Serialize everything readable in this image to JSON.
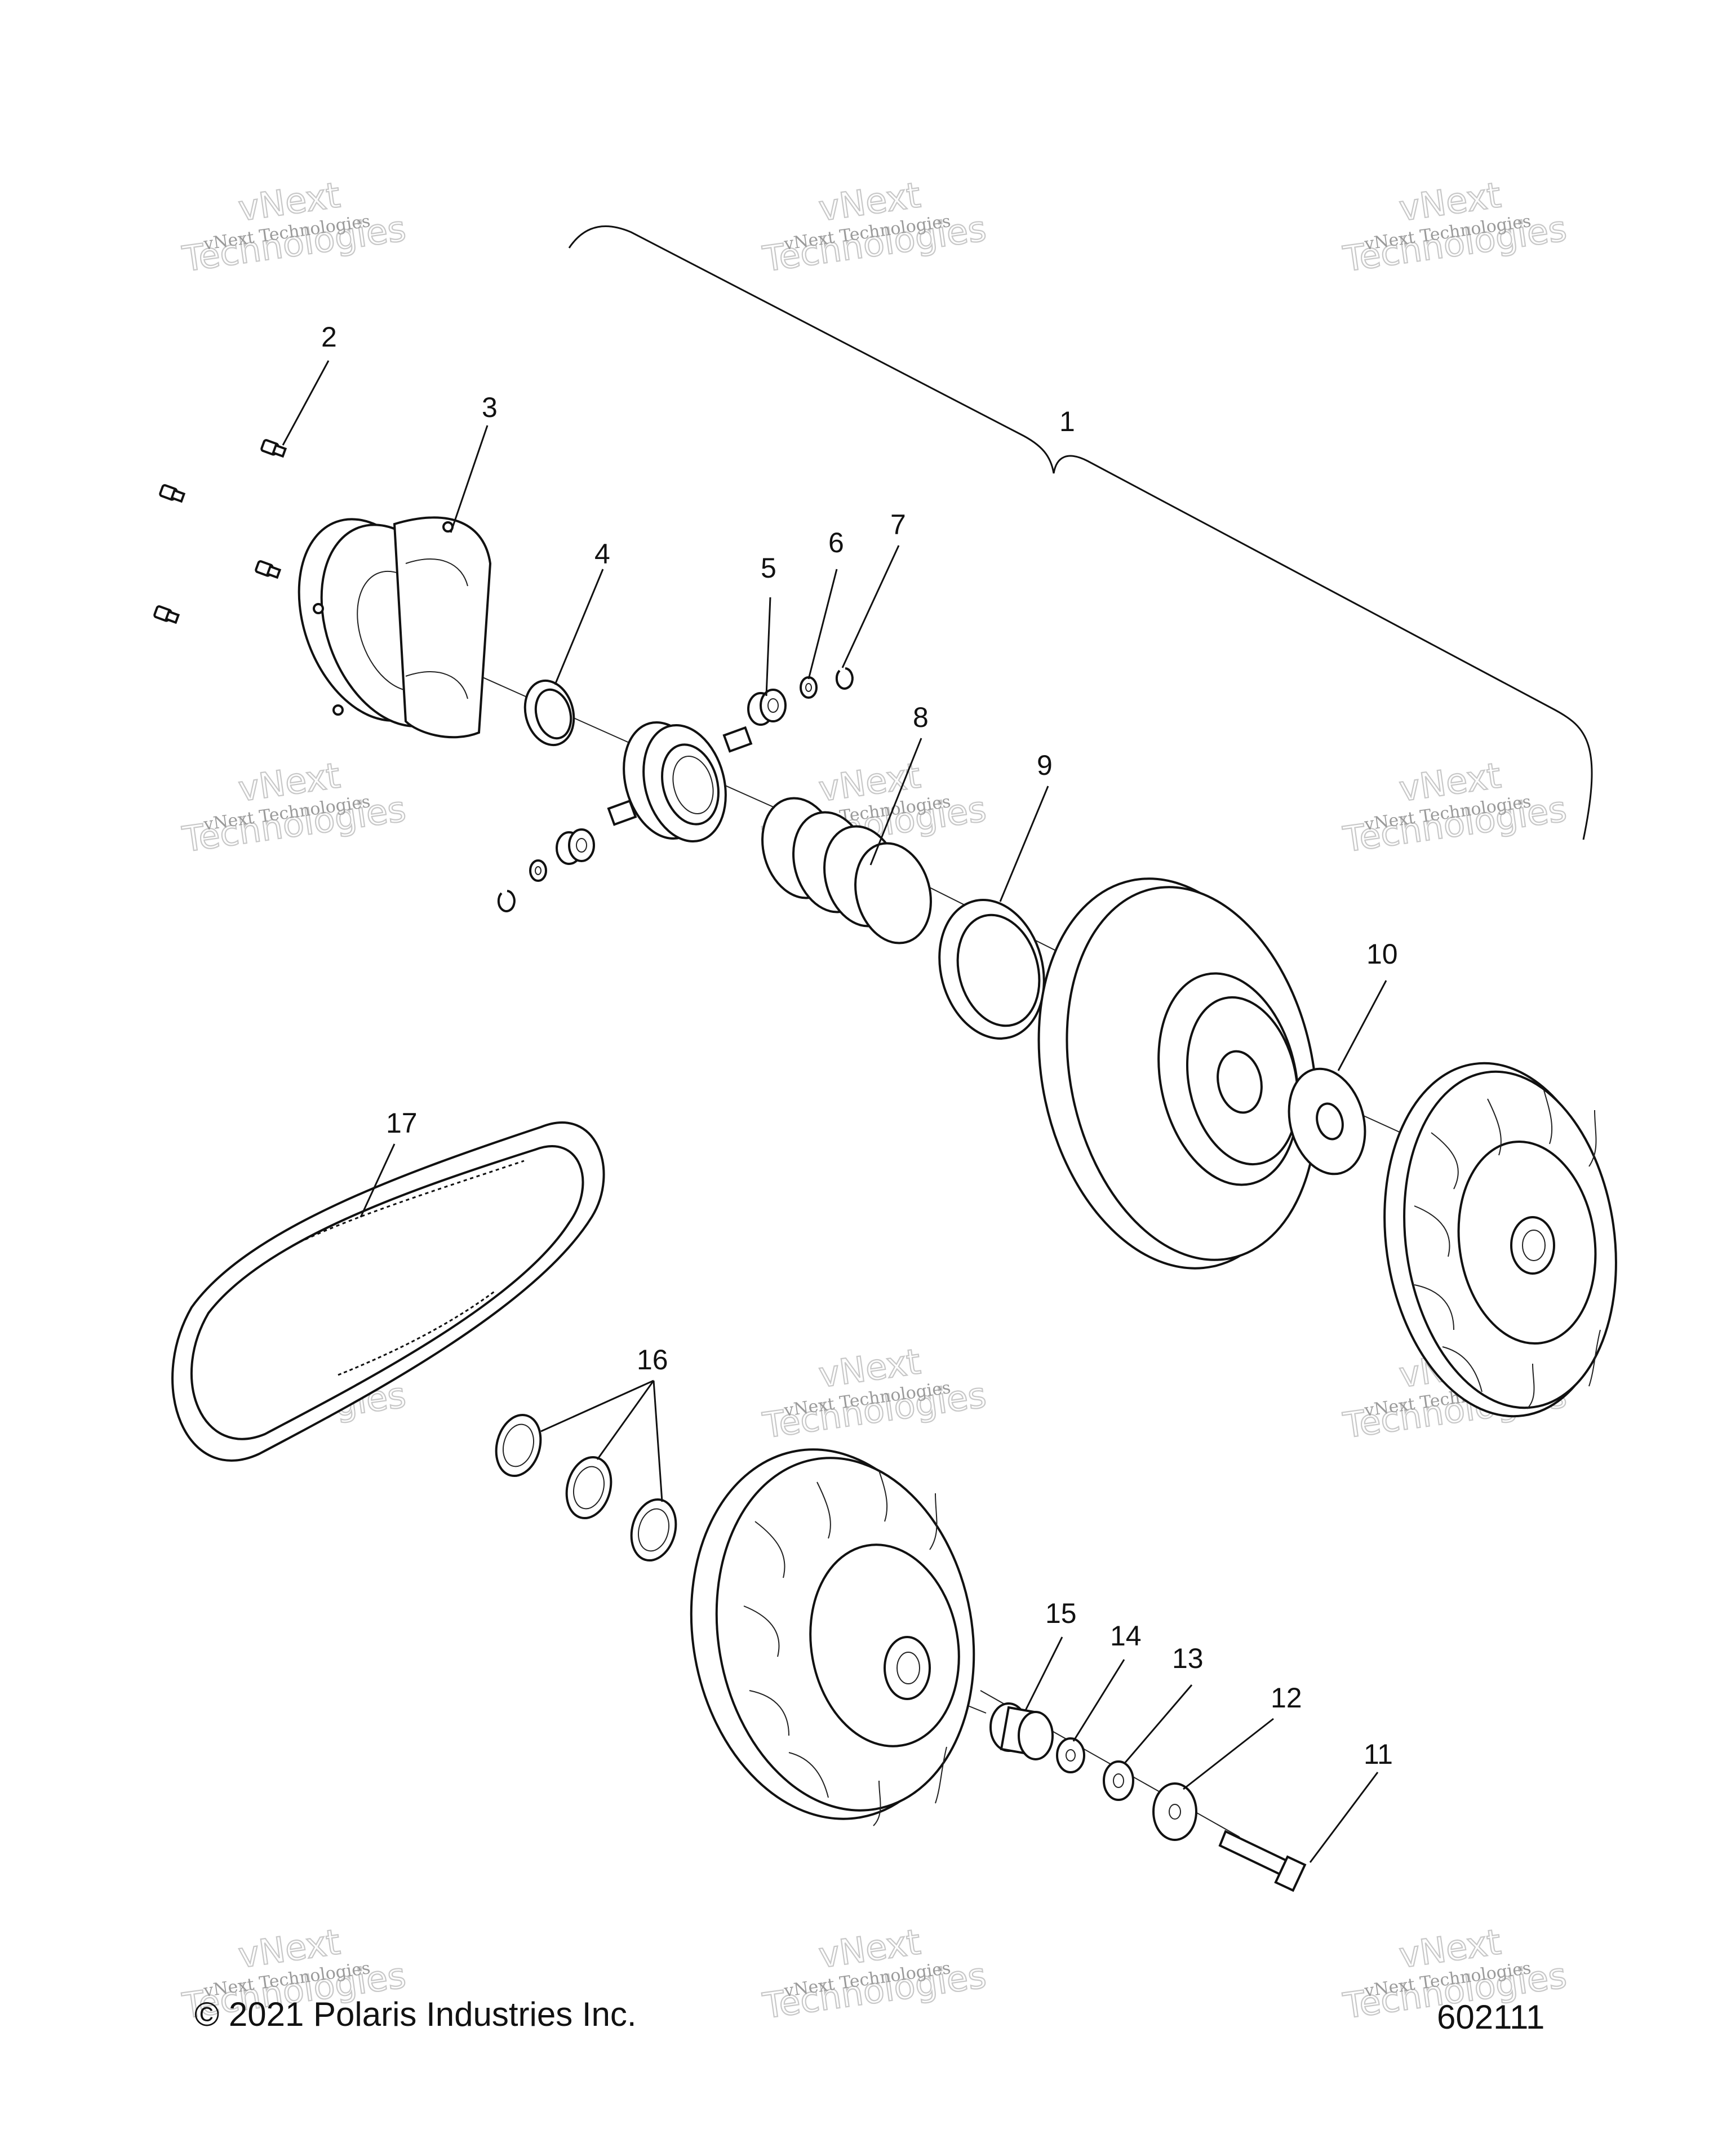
{
  "callouts": {
    "c1": "1",
    "c2": "2",
    "c3": "3",
    "c4": "4",
    "c5": "5",
    "c6": "6",
    "c7": "7",
    "c8": "8",
    "c9": "9",
    "c10": "10",
    "c11": "11",
    "c12": "12",
    "c13": "13",
    "c14": "14",
    "c15": "15",
    "c16": "16",
    "c17": "17"
  },
  "watermark": {
    "line1": "vNext Technologies",
    "line2": "vNext",
    "line3": "Technologies"
  },
  "footer": {
    "copyright": "© 2021 Polaris Industries Inc.",
    "drawing_number": "602111"
  },
  "colors": {
    "ink": "#111111",
    "watermark": "#c8c8c8",
    "background": "#ffffff"
  }
}
